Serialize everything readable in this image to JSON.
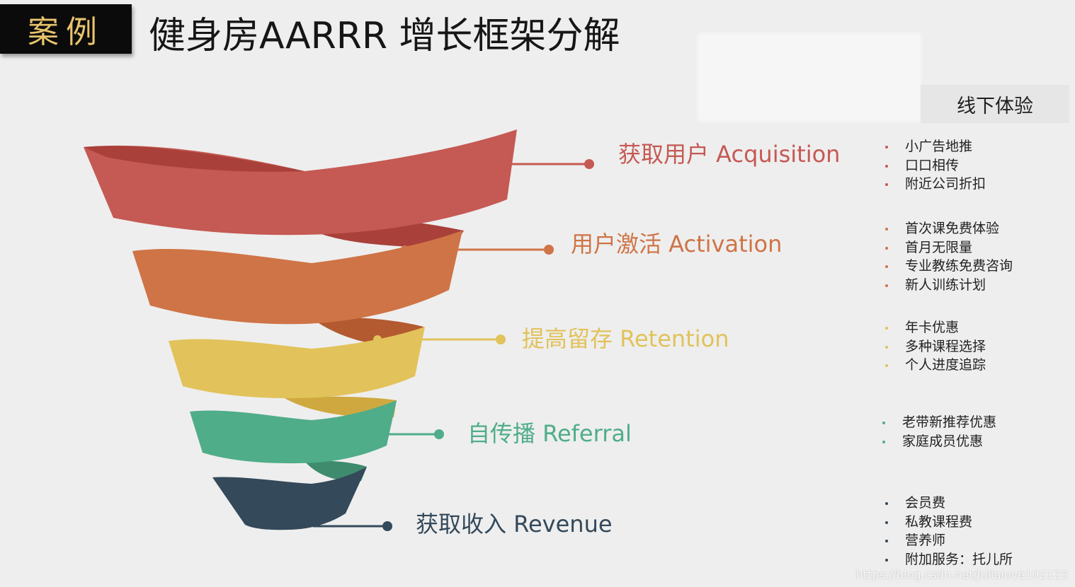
{
  "header": {
    "tag": "案例",
    "title": "健身房AARRR 增长框架分解"
  },
  "offline_label": "线下体验",
  "stages": [
    {
      "label": "获取用户 Acquisition",
      "color": "#c55953",
      "bullets": [
        "小广告地推",
        "口口相传",
        "附近公司折扣"
      ]
    },
    {
      "label": "用户激活 Activation",
      "color": "#cf7446",
      "bullets": [
        "首次课免费体验",
        "首月无限量",
        "专业教练免费咨询",
        "新人训练计划"
      ]
    },
    {
      "label": "提高留存 Retention",
      "color": "#e2c25a",
      "bullets": [
        "年卡优惠",
        "多种课程选择",
        "个人进度追踪"
      ]
    },
    {
      "label": "自传播 Referral",
      "color": "#4fad89",
      "bullets": [
        "老带新推荐优惠",
        "家庭成员优惠"
      ]
    },
    {
      "label": "获取收入 Revenue",
      "color": "#34495a",
      "bullets": [
        "会员费",
        "私教课程费",
        "营养师",
        "附加服务：托儿所"
      ]
    }
  ],
  "watermark": "https://blog.csdn.net/Juliaiove102123"
}
